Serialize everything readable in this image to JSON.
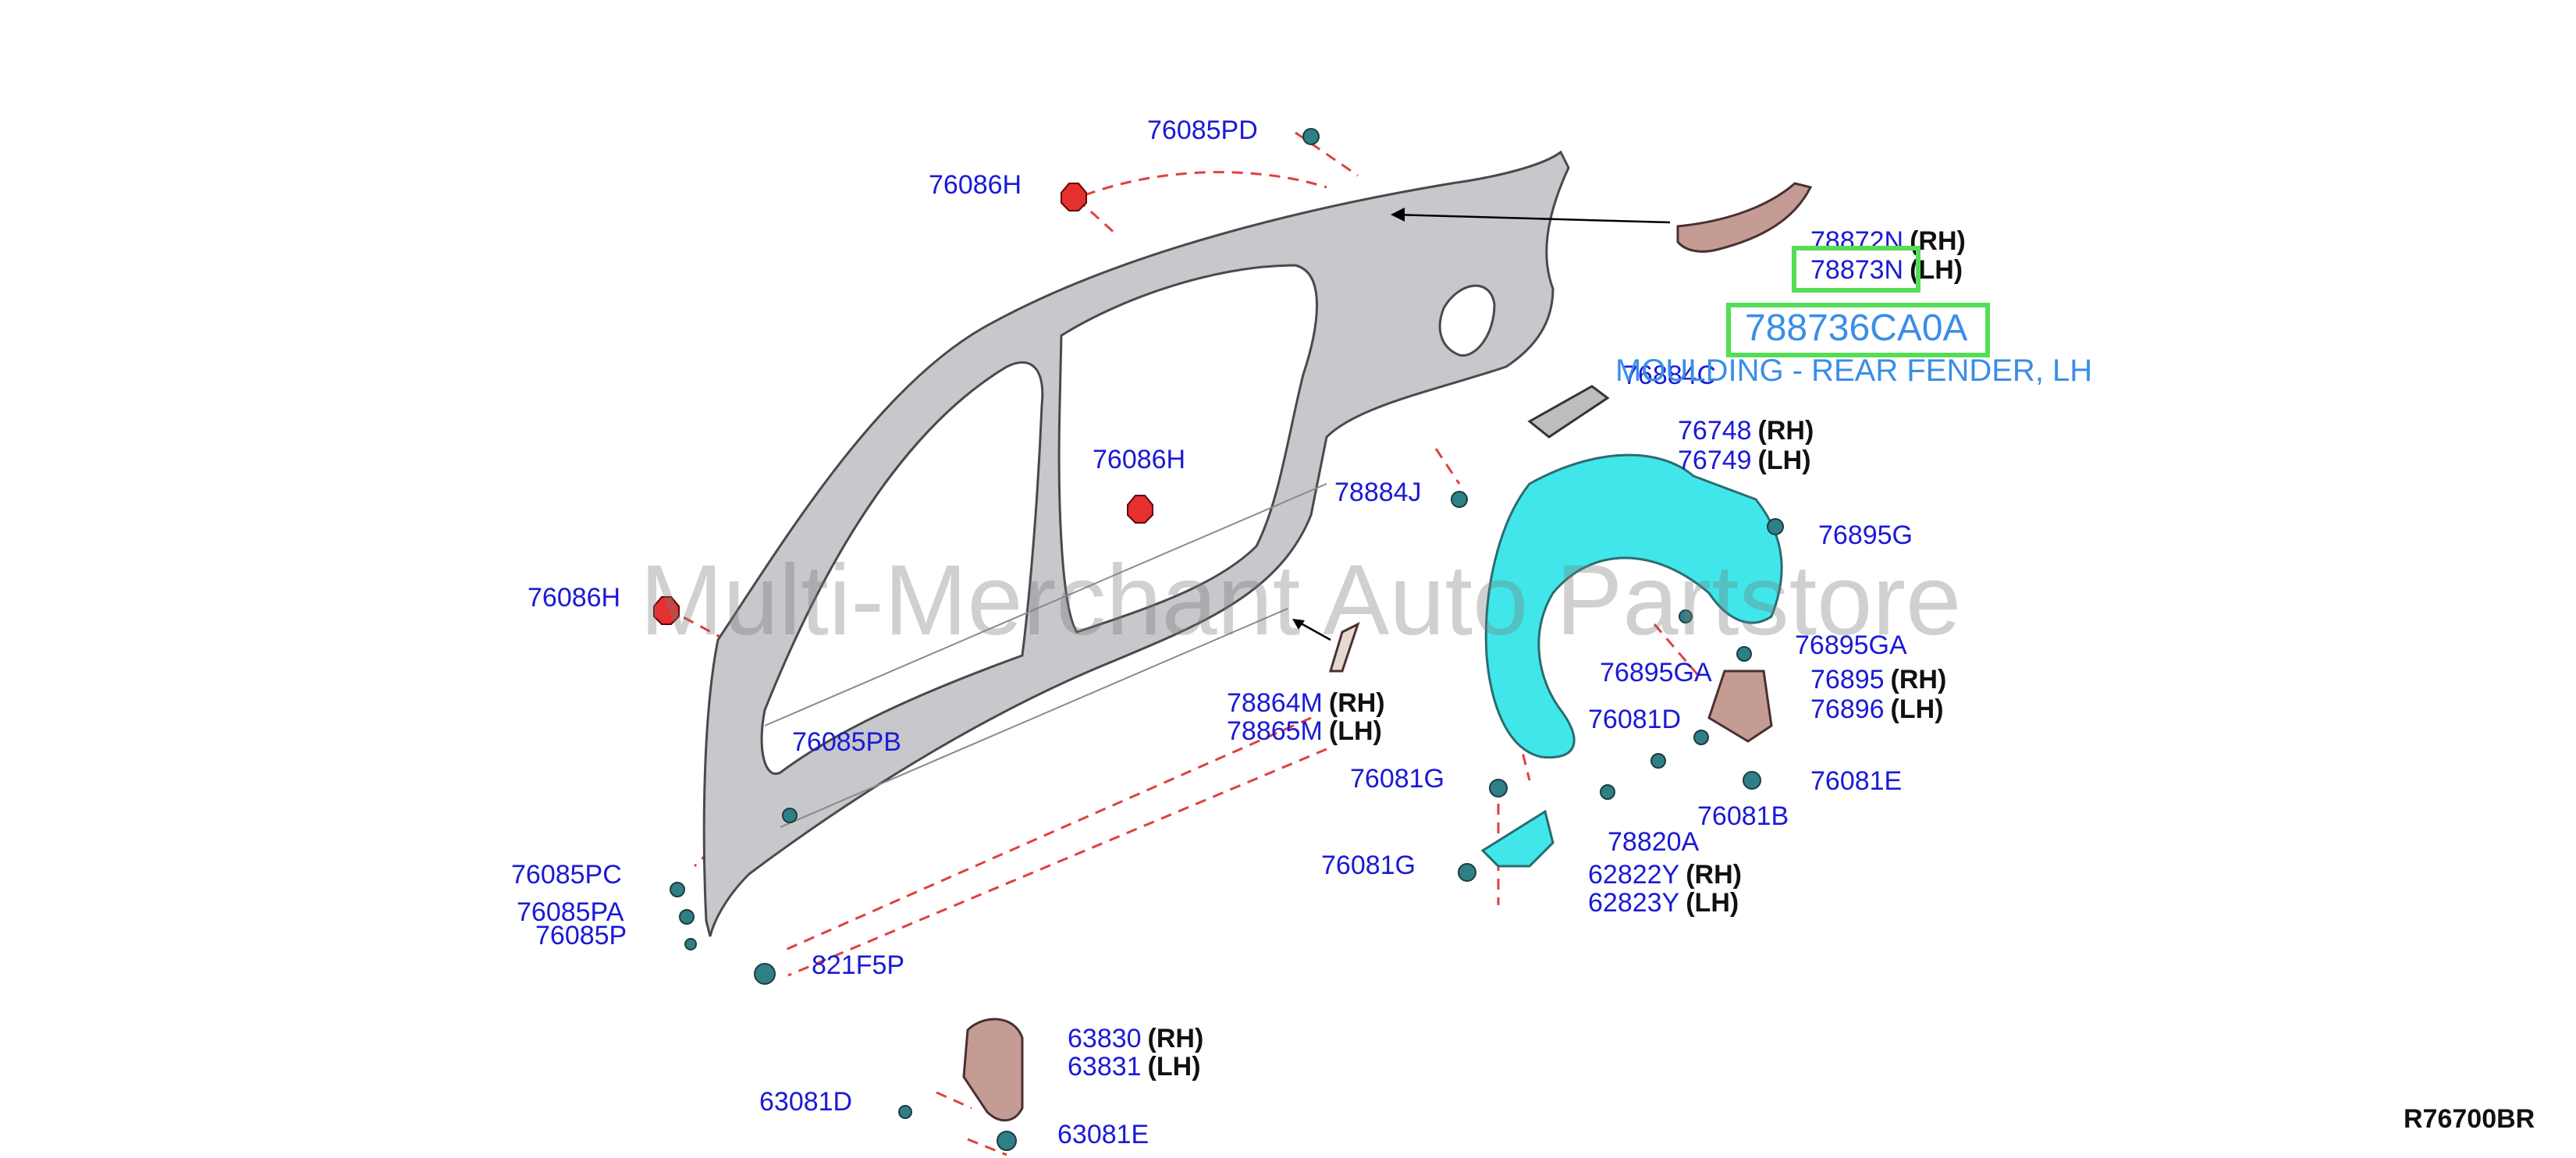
{
  "diagram": {
    "labels": [
      {
        "id": "p1",
        "text": "76085PD"
      },
      {
        "id": "p2",
        "text": "76086H"
      },
      {
        "id": "p3",
        "text": "78872N",
        "side": "(RH)"
      },
      {
        "id": "p4",
        "text": "78873N",
        "side": "(LH)"
      },
      {
        "id": "p5",
        "text": "76884C"
      },
      {
        "id": "p6",
        "text": "76086H"
      },
      {
        "id": "p7",
        "text": "76748",
        "side": "(RH)"
      },
      {
        "id": "p8",
        "text": "76749",
        "side": "(LH)"
      },
      {
        "id": "p9",
        "text": "78884J"
      },
      {
        "id": "p10",
        "text": "76895G"
      },
      {
        "id": "p11",
        "text": "76086H"
      },
      {
        "id": "p12",
        "text": "78864M",
        "side": "(RH)"
      },
      {
        "id": "p13",
        "text": "78865M",
        "side": "(LH)"
      },
      {
        "id": "p14",
        "text": "76895GA"
      },
      {
        "id": "p15",
        "text": "76895GA"
      },
      {
        "id": "p16",
        "text": "76895",
        "side": "(RH)"
      },
      {
        "id": "p17",
        "text": "76896",
        "side": "(LH)"
      },
      {
        "id": "p18",
        "text": "76081D"
      },
      {
        "id": "p19",
        "text": "76085PB"
      },
      {
        "id": "p20",
        "text": "76081G"
      },
      {
        "id": "p21",
        "text": "76081E"
      },
      {
        "id": "p22",
        "text": "76081B"
      },
      {
        "id": "p23",
        "text": "78820A"
      },
      {
        "id": "p24",
        "text": "76085PC"
      },
      {
        "id": "p25",
        "text": "76081G"
      },
      {
        "id": "p26",
        "text": "62822Y",
        "side": "(RH)"
      },
      {
        "id": "p27",
        "text": "62823Y",
        "side": "(LH)"
      },
      {
        "id": "p28",
        "text": "76085PA"
      },
      {
        "id": "p29",
        "text": "76085P"
      },
      {
        "id": "p30",
        "text": "821F5P"
      },
      {
        "id": "p31",
        "text": "63830",
        "side": "(RH)"
      },
      {
        "id": "p32",
        "text": "63831",
        "side": "(LH)"
      },
      {
        "id": "p33",
        "text": "63081D"
      },
      {
        "id": "p34",
        "text": "63081E"
      }
    ],
    "selected_part_number": "788736CA0A",
    "selected_part_name": "MOULDING - REAR FENDER, LH",
    "watermark": "Multi-Merchant Auto Partstore",
    "diagram_ref": "R76700BR",
    "colors": {
      "label": "#1a1ad6",
      "highlight": "#55dd55",
      "part_info": "#3a8ee6",
      "body_panel": "#c7c7cc",
      "wheelhouse": "#40e6ea",
      "fastener_red": "#e53030",
      "leader_dash": "#e04040"
    }
  }
}
